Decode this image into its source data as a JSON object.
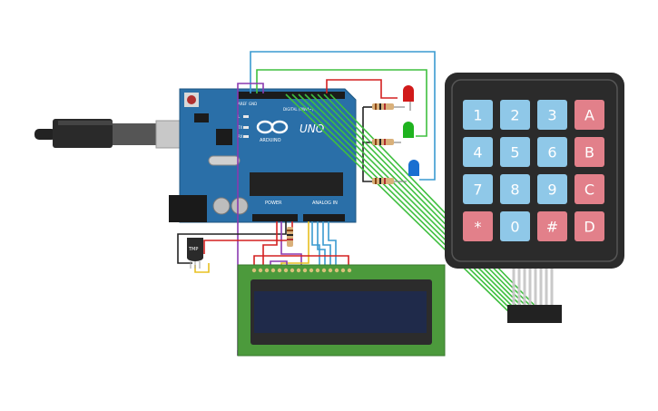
{
  "board": {
    "name": "ARDUINO",
    "model": "UNO",
    "power_label": "POWER",
    "analog_label": "ANALOG IN",
    "digital_label": "DIGITAL (PWM~)",
    "aref_label": "AREF",
    "gnd_label": "GND",
    "tx_label": "TX",
    "rx_label": "RX",
    "l_label": "L"
  },
  "sensor": {
    "label": "TMP"
  },
  "keypad": {
    "keys": [
      "1",
      "2",
      "3",
      "A",
      "4",
      "5",
      "6",
      "B",
      "7",
      "8",
      "9",
      "C",
      "*",
      "0",
      "#",
      "D"
    ]
  },
  "colors": {
    "board": "#2a6fa8",
    "keypad_body": "#2b2b2b",
    "key_blue": "#8fc8e8",
    "key_red": "#e2808a",
    "lcd_pcb": "#4c9a3c",
    "lcd_screen": "#1f2a4a",
    "wire_green": "#3fbf3f",
    "wire_blue": "#3a9ad0",
    "wire_red": "#d42020",
    "wire_black": "#222222",
    "wire_purple": "#8a3ab0",
    "wire_yellow": "#e8c020",
    "led_red": "#d11a1a",
    "led_green": "#1fb31f",
    "led_blue": "#1a6fd1"
  }
}
